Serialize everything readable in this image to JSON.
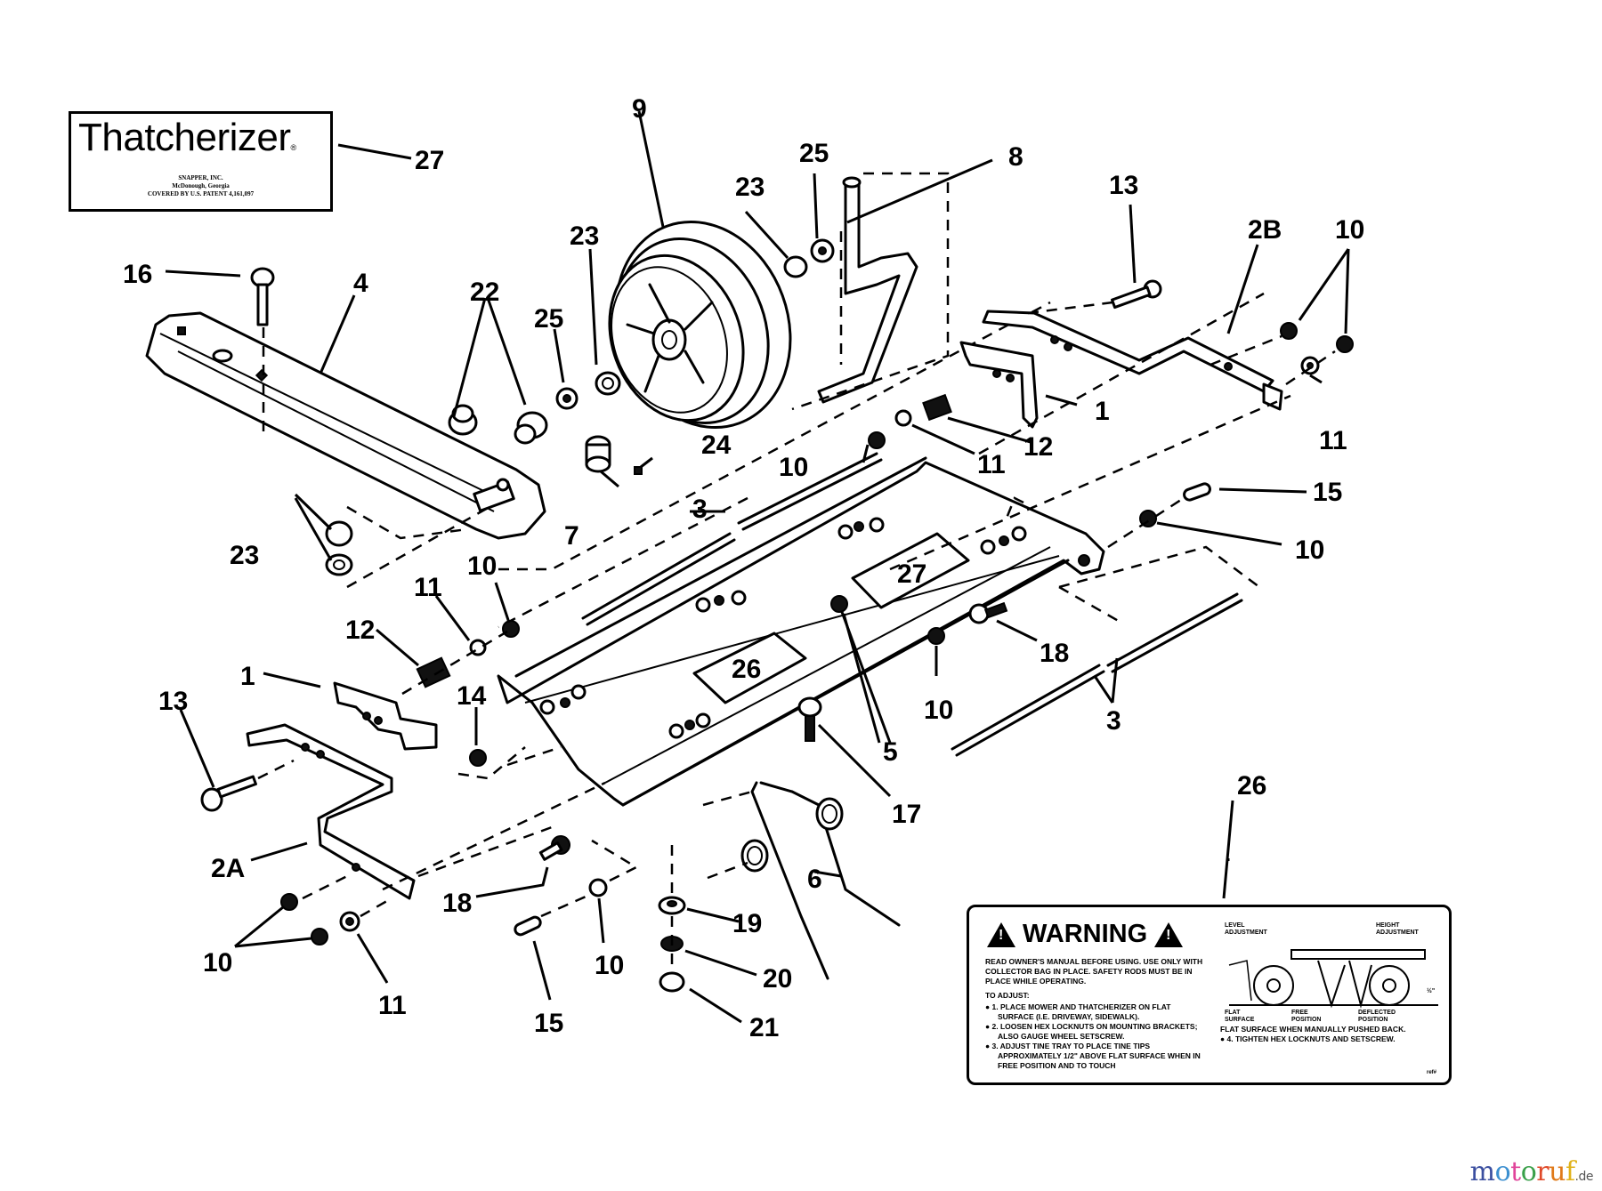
{
  "title": "Thatcherizer parts diagram",
  "logo_decal": {
    "title": "Thatcherizer",
    "reg_mark": "®",
    "lines": [
      "SNAPPER, INC.",
      "McDonough, Georgia",
      "COVERED BY U.S. PATENT 4,161,097"
    ]
  },
  "warning_decal": {
    "heading": "WARNING",
    "intro": "READ OWNER'S MANUAL BEFORE USING. USE ONLY WITH COLLECTOR BAG IN PLACE. SAFETY RODS MUST BE IN PLACE WHILE OPERATING.",
    "adjust_label": "TO ADJUST:",
    "steps": [
      "● 1. PLACE MOWER AND THATCHERIZER ON FLAT SURFACE (I.E. DRIVEWAY, SIDEWALK).",
      "● 2. LOOSEN HEX LOCKNUTS ON MOUNTING BRACKETS; ALSO GAUGE WHEEL SETSCREW.",
      "● 3. ADJUST TINE TRAY TO PLACE TINE TIPS APPROXIMATELY 1/2\" ABOVE FLAT SURFACE WHEN IN FREE POSITION AND TO TOUCH"
    ],
    "continuation": "FLAT SURFACE WHEN MANUALLY PUSHED BACK.",
    "step4": "● 4. TIGHTEN HEX LOCKNUTS AND SETSCREW.",
    "figure_labels": {
      "level": [
        "LEVEL",
        "ADJUSTMENT"
      ],
      "height": [
        "HEIGHT",
        "ADJUSTMENT"
      ],
      "flat": [
        "FLAT",
        "SURFACE"
      ],
      "free": [
        "FREE",
        "POSITION"
      ],
      "deflected": [
        "DEFLECTED",
        "POSITION"
      ],
      "half_inch": "½\""
    },
    "code": "ref#"
  },
  "decal_numbers": {
    "decal_26": "26",
    "decal_27": "27"
  },
  "callouts": {
    "c1_left": "1",
    "c1_right": "1",
    "c2A": "2A",
    "c2B": "2B",
    "c3_top": "3",
    "c3_bottom": "3",
    "c4": "4",
    "c5": "5",
    "c6": "6",
    "c7": "7",
    "c8": "8",
    "c9": "9",
    "c10_top_mid": "10",
    "c10_top_right_pair": "10",
    "c10_right": "10",
    "c10_center": "10",
    "c10_left_upper": "10",
    "c10_bottom_left_pair": "10",
    "c10_bottom": "10",
    "c11_top_right": "11",
    "c11_right": "11",
    "c11_left_upper": "11",
    "c11_bottom_left": "11",
    "c12_right": "12",
    "c12_left": "12",
    "c13_top": "13",
    "c13_left": "13",
    "c14": "14",
    "c15_right": "15",
    "c15_bottom": "15",
    "c16": "16",
    "c17": "17",
    "c18_right": "18",
    "c18_left": "18",
    "c19": "19",
    "c20": "20",
    "c21": "21",
    "c22": "22",
    "c23_top_left": "23",
    "c23_top_right": "23",
    "c23_left": "23",
    "c24": "24",
    "c25_left": "25",
    "c25_right": "25",
    "c26_label": "26",
    "c27_label": "27"
  },
  "watermark": {
    "letters": [
      "m",
      "o",
      "t",
      "o",
      "r",
      "u",
      "f"
    ],
    "colors": [
      "#3b4fa0",
      "#3b8fd0",
      "#e0449a",
      "#3aa04a",
      "#e04a2a",
      "#e07a1a",
      "#e0b21a"
    ],
    "suffix": ".de"
  }
}
